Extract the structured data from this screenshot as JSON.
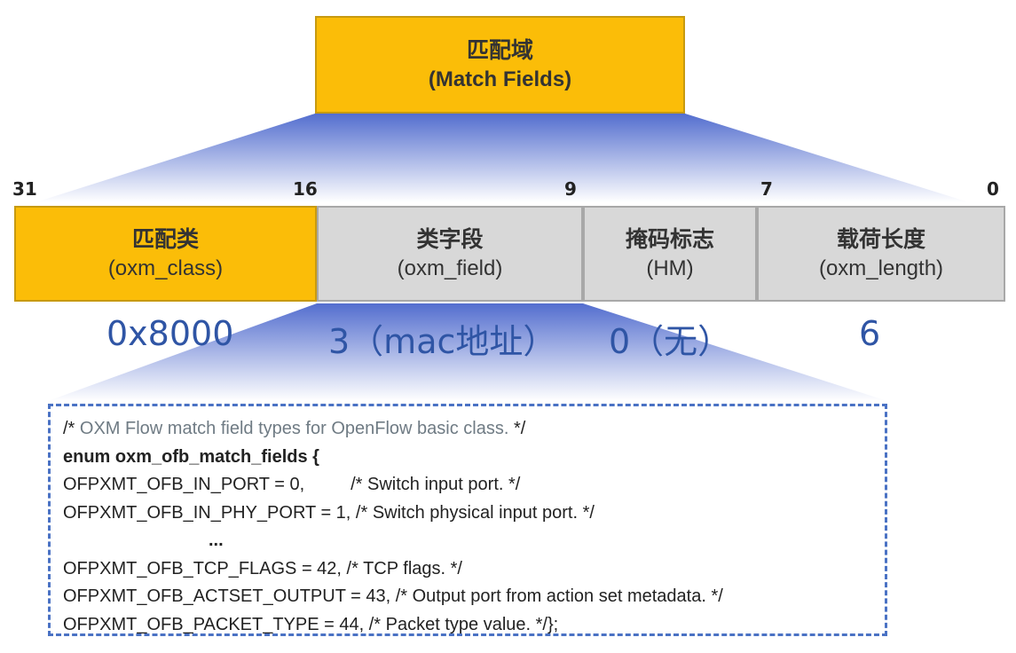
{
  "header": {
    "zh": "匹配域",
    "en": "(Match Fields)"
  },
  "bit_labels": [
    "31",
    "16",
    "9",
    "7",
    "0"
  ],
  "fields": [
    {
      "zh": "匹配类",
      "en": "(oxm_class)",
      "value": "0x8000"
    },
    {
      "zh": "类字段",
      "en": "(oxm_field)",
      "value": "3（mac地址）"
    },
    {
      "zh": "掩码标志",
      "en": "(HM)",
      "value": "0（无）"
    },
    {
      "zh": "载荷长度",
      "en": "(oxm_length)",
      "value": "6"
    }
  ],
  "colors": {
    "accent": "#fbbd08",
    "field_gray": "#d8d8d8",
    "value_blue": "#2f55a5",
    "code_border": "#4a72c4"
  },
  "code": {
    "comment_open": "/* ",
    "comment_text": "OXM Flow match field types for OpenFlow basic class.",
    "comment_close": " */",
    "enum_line": "enum oxm_ofb_match_fields {",
    "line_in_port": "OFPXMT_OFB_IN_PORT = 0,",
    "line_in_port_comment": "/* Switch input port. */",
    "line_in_phy_port": "OFPXMT_OFB_IN_PHY_PORT = 1, /* Switch physical input port. */",
    "ellipsis": "...",
    "line_tcp_flags": "OFPXMT_OFB_TCP_FLAGS = 42, /* TCP flags. */",
    "line_actset_output": "OFPXMT_OFB_ACTSET_OUTPUT = 43, /* Output port from action set metadata. */",
    "line_packet_type": "OFPXMT_OFB_PACKET_TYPE = 44, /* Packet type value. */};"
  }
}
